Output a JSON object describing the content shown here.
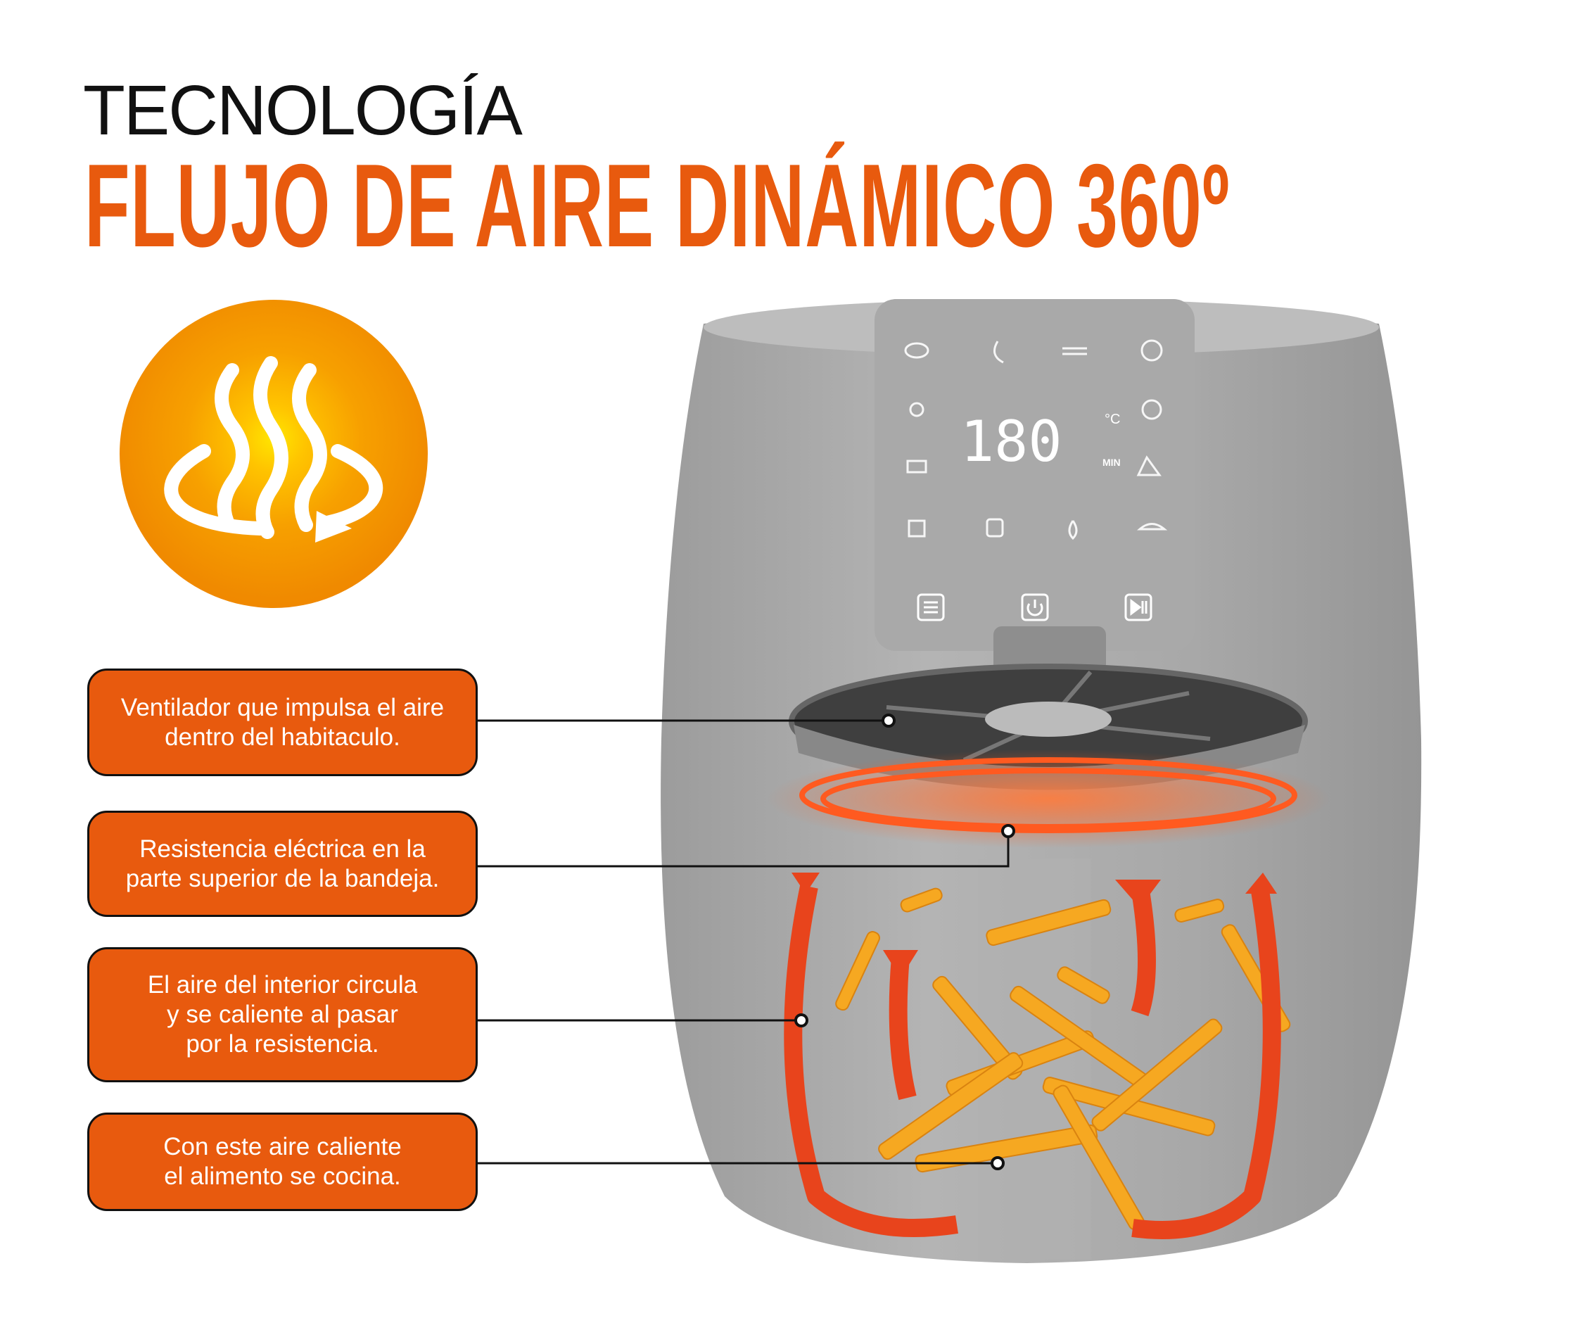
{
  "header": {
    "kicker": "TECNOLOGÍA",
    "title": "FLUJO DE AIRE DINÁMICO 360º"
  },
  "badge": {
    "icon": "hot-air-360-icon"
  },
  "callouts": [
    {
      "lines": [
        "Ventilador que impulsa el aire",
        "dentro del habitaculo."
      ]
    },
    {
      "lines": [
        "Resistencia eléctrica en la",
        "parte superior de la bandeja."
      ]
    },
    {
      "lines": [
        "El aire del interior circula",
        "y se caliente al pasar",
        "por la resistencia."
      ]
    },
    {
      "lines": [
        "Con este aire caliente",
        "el alimento se cocina."
      ]
    }
  ],
  "fryer_display": {
    "temperature": "180",
    "unit": "°C",
    "time_label": "MIN",
    "preset_icons": [
      "fish-icon",
      "shrimp-icon",
      "bacon-icon",
      "potato-icon",
      "drumstick-icon",
      "broccoli-icon",
      "ribs-icon",
      "pizza-icon",
      "fries-icon",
      "toast-icon",
      "flame-icon",
      "croissant-icon"
    ],
    "buttons": [
      "menu-button",
      "power-button",
      "play-pause-button"
    ]
  },
  "colors": {
    "brand_orange": "#E85A0E",
    "airflow_red": "#E8441C",
    "fryer_gray": "#A6A6A6"
  }
}
